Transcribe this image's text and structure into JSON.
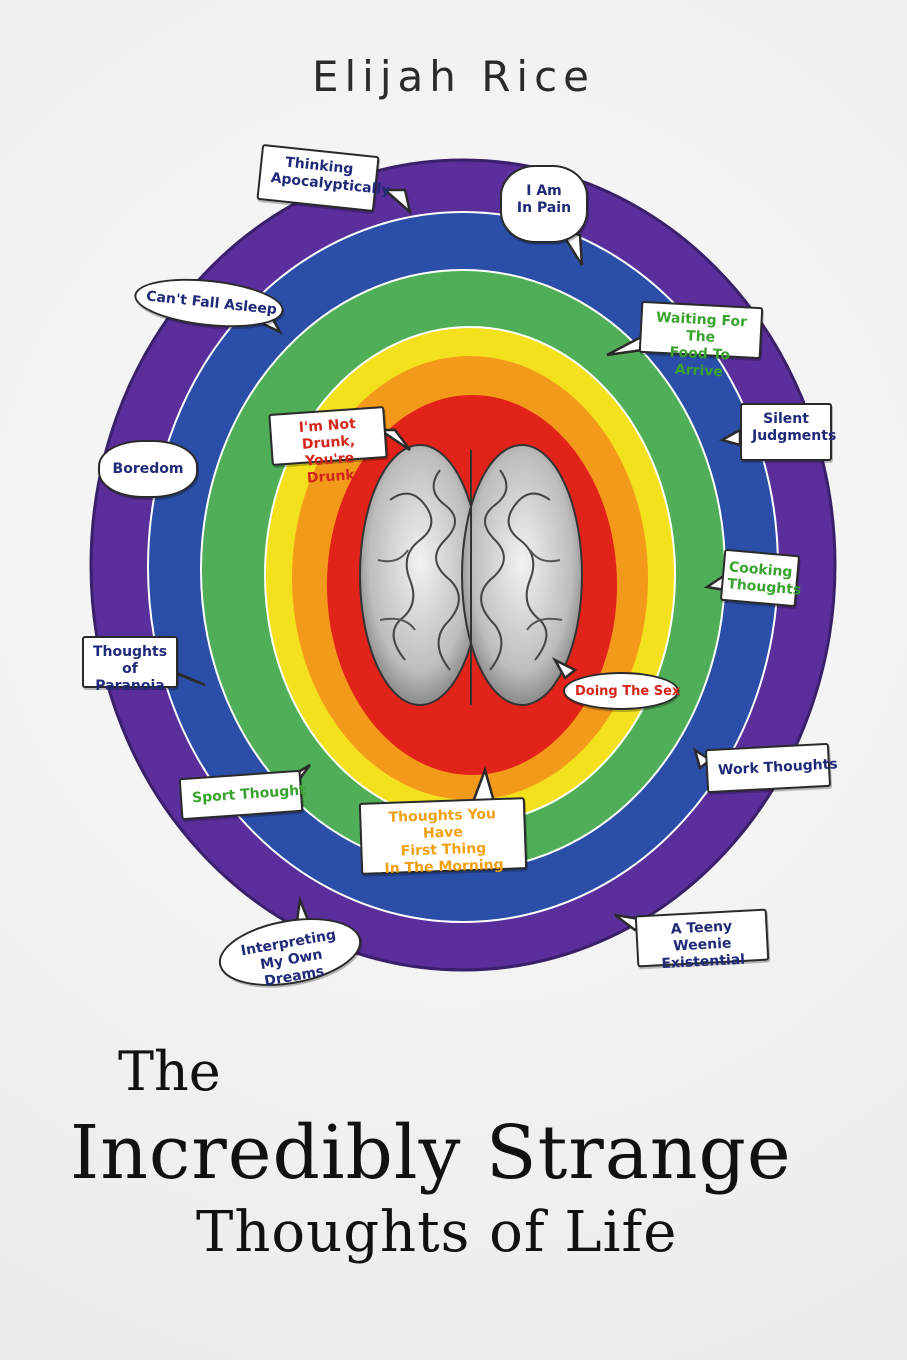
{
  "cover": {
    "author": "Elijah Rice",
    "title_line1": "The",
    "title_line2": "Incredibly Strange",
    "title_line3": "Thoughts of Life"
  },
  "rings": {
    "colors": [
      "#5a2f9c",
      "#2b4fa8",
      "#4fae57",
      "#f3e11d",
      "#f49a1b",
      "#e2231a"
    ]
  },
  "bubbles": {
    "thinking_apocalyptically": "Thinking\nApocalyptically",
    "i_am_in_pain": "I Am\nIn Pain",
    "cant_fall_asleep": "Can't Fall Asleep",
    "waiting_for_food": "Waiting For The\nFood To Arrive",
    "not_drunk": "I'm Not Drunk,\nYou're Drunk",
    "silent_judgments": "Silent\nJudgments",
    "boredom": "Boredom",
    "cooking_thoughts": "Cooking\nThoughts",
    "thoughts_of_paranoia": "Thoughts\nof Paranoia",
    "doing_the_sex": "Doing The Sex",
    "work_thoughts": "Work Thoughts",
    "sport_thought": "Sport Thought",
    "first_thing_morning": "Thoughts You Have\nFirst Thing\nIn The Morning",
    "teeny_weenie": "A Teeny Weenie\nExistential",
    "interpreting_dreams": "Interpreting\nMy Own Dreams"
  }
}
